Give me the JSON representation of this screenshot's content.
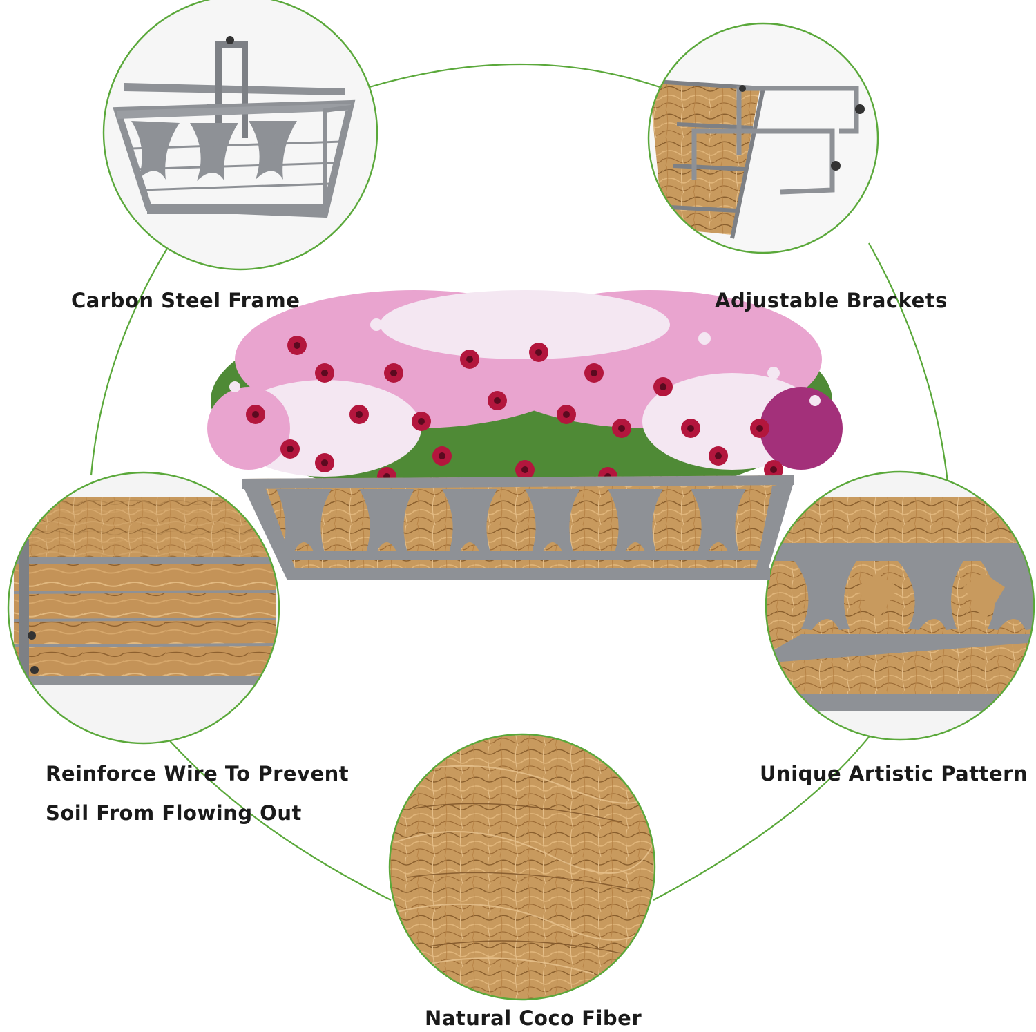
{
  "labels": {
    "frame": "Carbon Steel Frame",
    "brackets": "Adjustable Brackets",
    "wire_line1": "Reinforce Wire To Prevent",
    "wire_line2": "Soil From Flowing Out",
    "pattern": "Unique Artistic Pattern",
    "fiber": "Natural Coco Fiber"
  },
  "colors": {
    "ring": "#5aa83a",
    "steel": "#8e9196",
    "steel_dark": "#6f7277",
    "coco": "#c89a5e",
    "coco_dark": "#8a5f2e",
    "coco_light": "#e0b57a",
    "petal_red": "#b3163d",
    "petal_pink": "#e9a4cf",
    "petal_white": "#f4e7f2",
    "leaf": "#4f8a36"
  }
}
